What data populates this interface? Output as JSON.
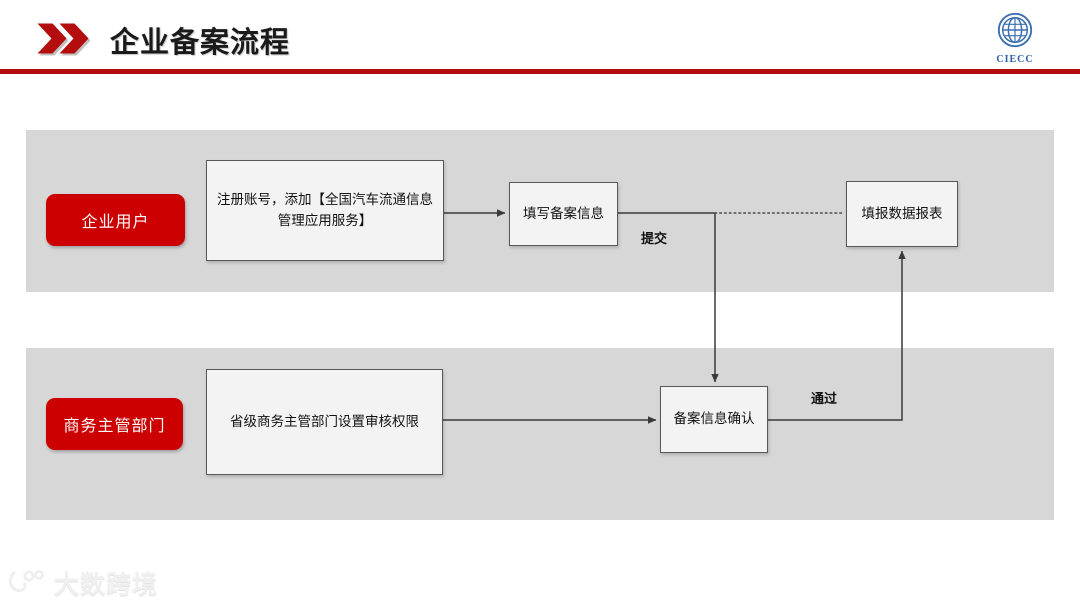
{
  "header": {
    "title": "企业备案流程",
    "chevron_icon": "double-chevron-right-icon",
    "accent_color": "#b30d0d",
    "rule_color": "#b30d0d"
  },
  "brand": {
    "logo_icon": "ciecc-globe-logo",
    "logo_text": "CIECC",
    "logo_color": "#2a5fa5"
  },
  "lanes": [
    {
      "id": "enterprise",
      "role_label": "企业用户",
      "badge_color": "#cc0000",
      "band_color": "#d7d7d7"
    },
    {
      "id": "authority",
      "role_label": "商务主管部门",
      "badge_color": "#cc0000",
      "band_color": "#d7d7d7"
    }
  ],
  "nodes": {
    "register": "注册账号，添加【全国汽车流通信息管理应用服务】",
    "fill_info": "填写备案信息",
    "report": "填报数据报表",
    "set_auth": "省级商务主管部门设置审核权限",
    "confirm": "备案信息确认"
  },
  "edge_labels": {
    "submit": "提交",
    "pass": "通过"
  },
  "footer": {
    "watermark_text": "大数跨境",
    "watermark_icon": "dashu-kuajing-logo"
  }
}
